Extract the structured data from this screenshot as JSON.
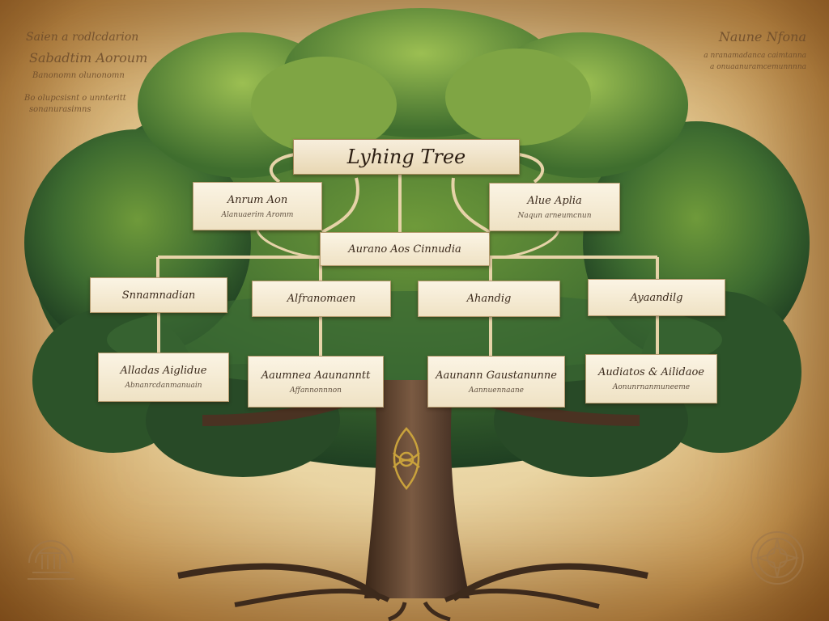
{
  "title": "Lyhing Tree",
  "margin_notes": {
    "left": [
      "Saien a rodlcdarion",
      "Sabadtim Aoroum",
      "Banonomn olunonomn",
      "Bo olupcsisnt o unnteritt",
      "sonanurasimns"
    ],
    "right": [
      "Naune Nfona",
      "a nranamadanca caimtanna",
      "a onuaanuramcemunnnna"
    ]
  },
  "nodes": {
    "top_left": {
      "line1": "Anrum Aon",
      "line2": "Alanuaerim Aromm"
    },
    "top_center": {
      "line1": "Aurano Aos Cinnudia",
      "line2": ""
    },
    "top_right": {
      "line1": "Alue Aplia",
      "line2": "Naqun arneumcnun"
    },
    "mid_1": {
      "line1": "Snnamnadian",
      "line2": ""
    },
    "mid_2": {
      "line1": "Alfranomaen",
      "line2": ""
    },
    "mid_3": {
      "line1": "Ahandig",
      "line2": ""
    },
    "mid_4": {
      "line1": "Ayaandilg",
      "line2": ""
    },
    "bot_1": {
      "line1": "Alladas Aiglidue",
      "line2": "Abnanrcdanmanuain"
    },
    "bot_2": {
      "line1": "Aaumnea Aaunanntt",
      "line2": "Affannonnnon"
    },
    "bot_3": {
      "line1": "Aaunann Gaustanunne",
      "line2": "Aannuennaane"
    },
    "bot_4": {
      "line1": "Audiatos & Ailidaoe",
      "line2": "Aonunrnanmuneeme"
    }
  },
  "colors": {
    "parchment": "#f3e6c4",
    "foliage_dark": "#2f5a2c",
    "foliage_light": "#6f9a3a",
    "trunk": "#5a3c28",
    "branch_line": "#e6d3a8",
    "gold": "#c9a23c"
  },
  "icons": {
    "left_seal": "temple-seal-icon",
    "right_seal": "ornate-medallion-icon",
    "trunk_emblem": "celtic-knot-icon"
  }
}
